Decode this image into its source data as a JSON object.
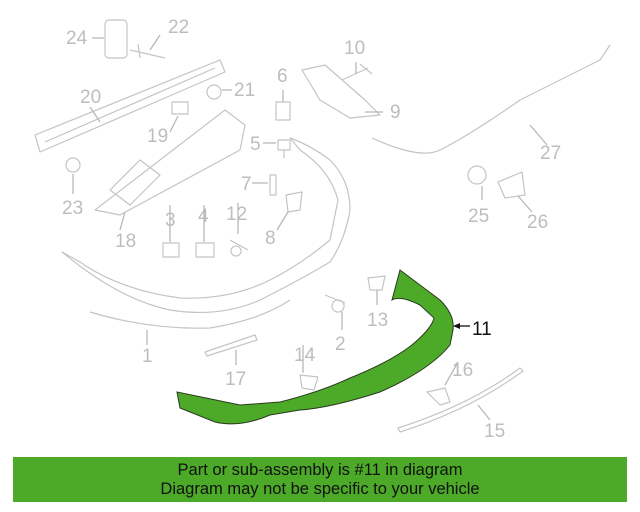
{
  "diagram": {
    "highlighted_part": "11",
    "highlight_color": "#4caa28",
    "callouts": [
      "1",
      "2",
      "3",
      "4",
      "5",
      "6",
      "7",
      "8",
      "9",
      "10",
      "11",
      "12",
      "13",
      "14",
      "15",
      "16",
      "17",
      "18",
      "19",
      "20",
      "21",
      "22",
      "23",
      "24",
      "25",
      "26",
      "27"
    ]
  },
  "banner": {
    "line1": "Part or sub-assembly is #11 in diagram",
    "line2": "Diagram may not be specific to your vehicle"
  }
}
